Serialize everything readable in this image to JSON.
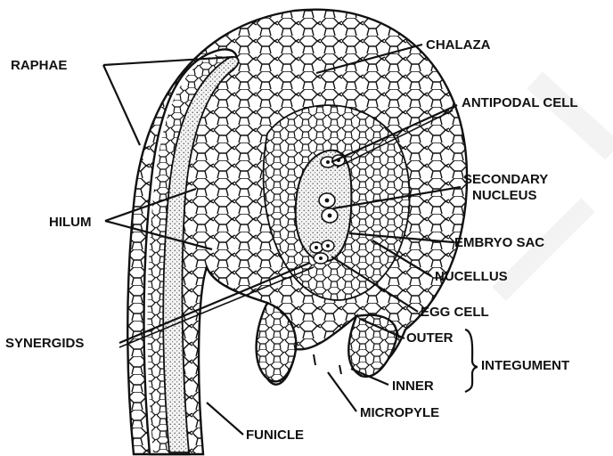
{
  "labels": {
    "chalaza": "CHALAZA",
    "raphae": "RAPHAE",
    "antipodal_cell": "ANTIPODAL CELL",
    "secondary": "SECONDARY",
    "nucleus": "NUCLEUS",
    "hilum": "HILUM",
    "embryo_sac": "EMBRYO SAC",
    "nucellus": "NUCELLUS",
    "egg_cell": "EGG CELL",
    "synergids": "SYNERGIDS",
    "outer": "OUTER",
    "integument": "INTEGUMENT",
    "inner": "INNER",
    "micropyle": "MICROPYLE",
    "funicle": "FUNICLE"
  },
  "colors": {
    "ink": "#111111",
    "background": "#ffffff",
    "watermark": "#e8e8e8"
  }
}
